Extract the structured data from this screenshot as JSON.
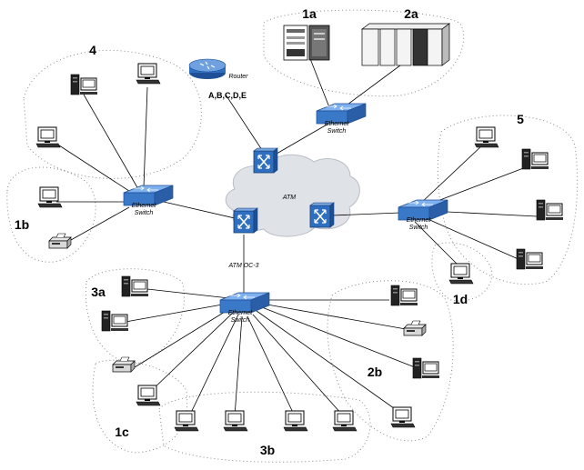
{
  "zone_labels": {
    "z4": "4",
    "z1a": "1a",
    "z2a": "2a",
    "z5": "5",
    "z1b": "1b",
    "z3a": "3a",
    "z1d": "1d",
    "z2b": "2b",
    "z1c": "1c",
    "z3b": "3b"
  },
  "router": {
    "label": "Router",
    "caption": "A,B,C,D,E"
  },
  "cloud": {
    "label": "ATM"
  },
  "link": {
    "label": "ATM OC-3"
  },
  "switches": {
    "top": [
      "Ethernet",
      "Switch"
    ],
    "left": [
      "Ethernet",
      "Switch"
    ],
    "right": [
      "Ethernet",
      "Switch"
    ],
    "bottom": [
      "Ethernet",
      "Switch"
    ]
  },
  "colors": {
    "switch_blue": "#3a78c8",
    "atm_switch_blue": "#2f6fbf",
    "cloud": "#dfe3e8",
    "zone_dots": "#888888"
  },
  "icons": {
    "router": "router-icon",
    "atm_switch": "atm-switch-icon",
    "ethernet_switch": "ethernet-switch-icon",
    "workstation": "workstation-icon",
    "tower_pc": "tower-pc-icon",
    "printer": "printer-icon",
    "server": "server-icon",
    "mainframe": "mainframe-icon"
  }
}
